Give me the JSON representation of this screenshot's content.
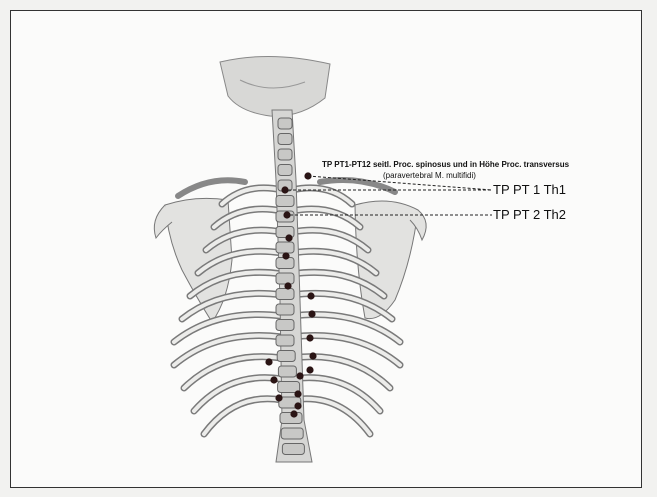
{
  "figure": {
    "description_line1": "TP PT1-PT12 seitl. Proc. spinosus und in Höhe Proc. transversus",
    "description_line2": "(paravertebral M. multifidi)",
    "labels": [
      {
        "text": "TP PT 1 Th1"
      },
      {
        "text": "TP PT 2 Th2"
      }
    ],
    "colors": {
      "bone_fill": "#e4e4e2",
      "bone_stroke": "#777777",
      "trigger_point": "#2a1414",
      "frame_border": "#333333"
    }
  }
}
